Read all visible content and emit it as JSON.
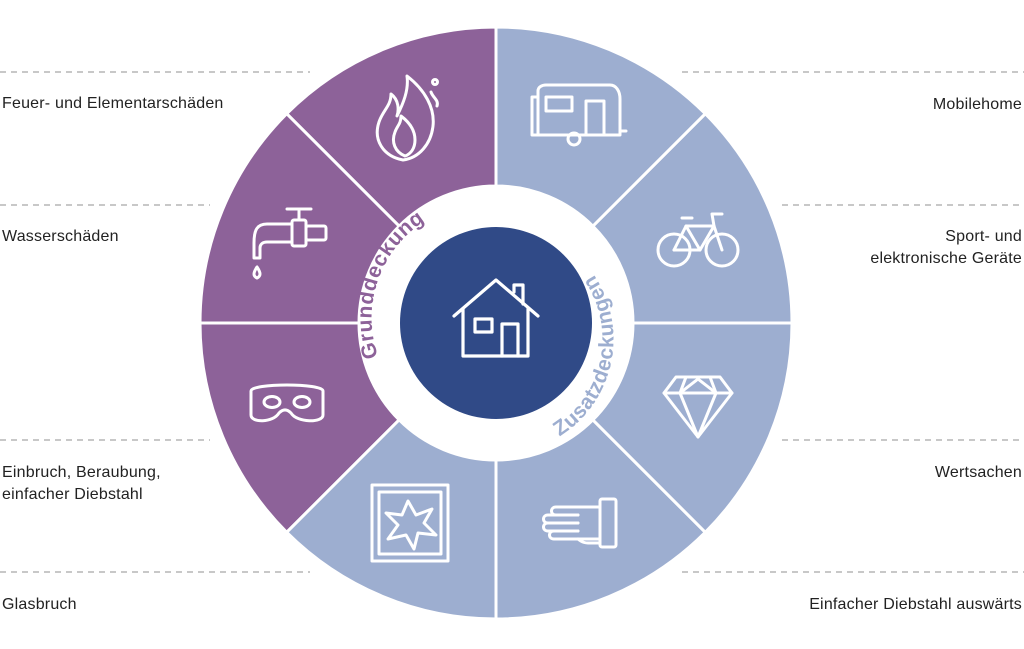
{
  "colors": {
    "basic": "#8d6299",
    "extra": "#9daed0",
    "center": "#304a87",
    "ring": "#ffffff",
    "divider": "#ffffff",
    "dash": "#b5b5b5",
    "label_text": "#222222",
    "icon": "#ffffff"
  },
  "center": {
    "icon": "house-icon"
  },
  "ring_labels": {
    "basic": "Grunddeckung",
    "extra": "Zusatzdeckungen"
  },
  "left_labels": [
    {
      "text": "Feuer- und Elementarschäden"
    },
    {
      "text": "Wasserschäden"
    },
    {
      "text": "Einbruch, Beraubung,\neinfacher Diebstahl"
    },
    {
      "text": "Glasbruch"
    }
  ],
  "right_labels": [
    {
      "text": "Mobilehome"
    },
    {
      "text": "Sport- und\nelektronische Geräte"
    },
    {
      "text": "Wertsachen"
    },
    {
      "text": "Einfacher Diebstahl auswärts"
    }
  ],
  "segments": [
    {
      "group": "basic",
      "icon": "flame-icon"
    },
    {
      "group": "basic",
      "icon": "water-tap-icon"
    },
    {
      "group": "basic",
      "icon": "mask-icon"
    },
    {
      "group": "extra",
      "icon": "broken-glass-icon"
    },
    {
      "group": "extra",
      "icon": "hand-icon"
    },
    {
      "group": "extra",
      "icon": "diamond-icon"
    },
    {
      "group": "extra",
      "icon": "bicycle-icon"
    },
    {
      "group": "extra",
      "icon": "caravan-icon"
    }
  ]
}
